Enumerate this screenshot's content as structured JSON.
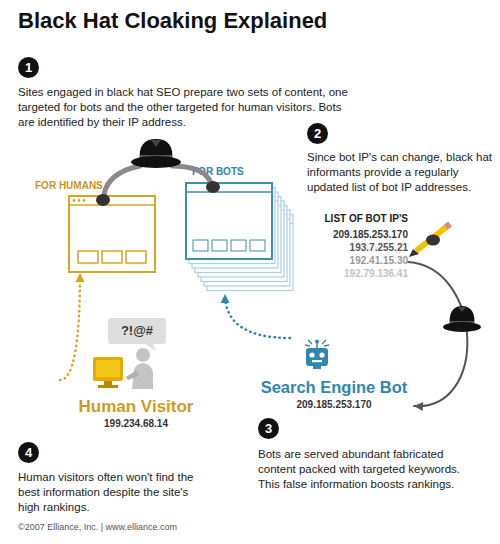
{
  "diagram": {
    "title": "Black Hat Cloaking Explained",
    "caption": "©2007 Elliance, Inc. | www.elliance.com",
    "nodes": [
      {
        "text": [
          "FOR HUMANS"
        ]
      },
      {
        "text": [
          "FOR BOTS"
        ]
      },
      {
        "text": [
          "LIST OF BOT IP'S",
          "209.185.253.170",
          "193.7.255.21",
          "192.41.15.30",
          "192.79.136.41"
        ]
      },
      {
        "text": [
          "Search Engine Bot",
          "209.185.253.170"
        ]
      },
      {
        "text": [
          "?!@#"
        ]
      },
      {
        "text": [
          "Human Visitor",
          "199.234.68.14"
        ]
      }
    ],
    "edges": [
      {
        "from": 3,
        "to": 1,
        "arrow": "to"
      },
      {
        "from": 5,
        "to": 0,
        "arrow": "to"
      },
      {
        "from": 2,
        "to": 3,
        "arrow": "to"
      }
    ],
    "labels": [
      "1",
      "Sites engaged in black hat SEO prepare two sets of content, one targeted for bots and the other targeted for human visitors. Bots are identified by their IP address.",
      "2",
      "Since bot IP's can change, black hat informants provide a regularly updated list of bot IP addresses.",
      "3",
      "Bots are served abundant fabricated content packed with targeted keywords. This false information boosts rankings.",
      "4",
      "Human visitors often won't find the best information despite the site's high rankings."
    ]
  }
}
